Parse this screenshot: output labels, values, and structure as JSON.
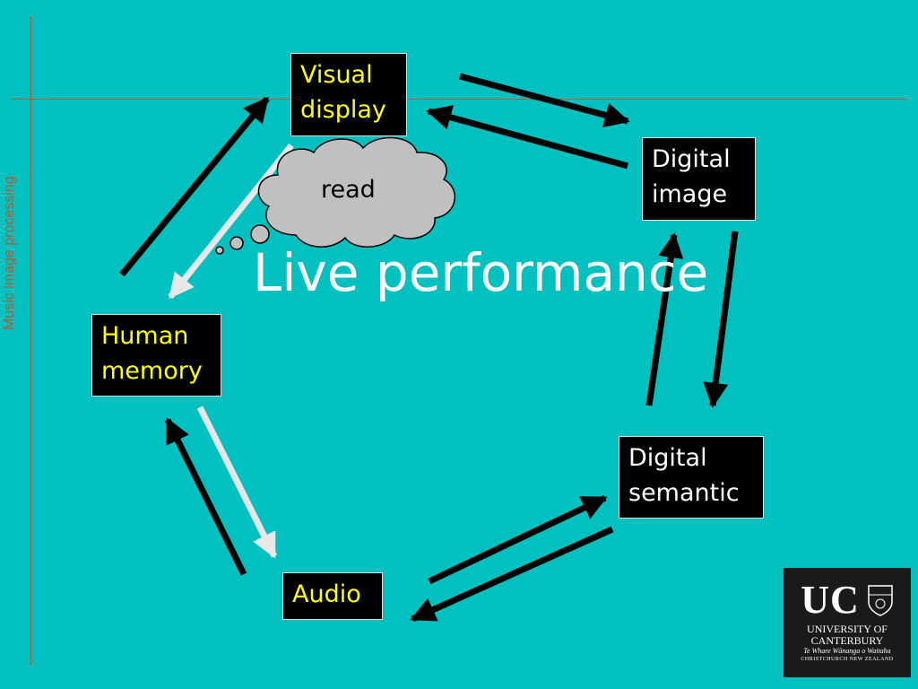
{
  "sidebar": {
    "label": "Music image processing"
  },
  "diagram": {
    "title": "Live performance",
    "thought_bubble": "read",
    "nodes": {
      "visual_display": "Visual\ndisplay",
      "digital_image": "Digital\nimage",
      "human_memory": "Human\nmemory",
      "digital_semantic": "Digital\nsemantic",
      "audio": "Audio"
    }
  },
  "logo": {
    "mark": "UC",
    "line1": "UNIVERSITY OF",
    "line2": "CANTERBURY",
    "line3": "Te Whare Wānanga o Waitaha",
    "line4": "CHRISTCHURCH NEW ZEALAND"
  },
  "colors": {
    "background": "#00c0c0",
    "box_fill": "#000000",
    "highlight_text": "#ffff00",
    "arrow_dark": "#000000",
    "arrow_light": "#e8e8e8"
  }
}
